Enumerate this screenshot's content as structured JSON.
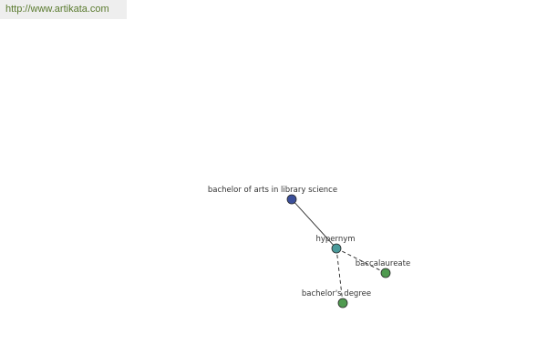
{
  "watermark": {
    "url": "http://www.artikata.com",
    "color": "#5a7a2e"
  },
  "graph": {
    "nodes": [
      {
        "id": "bachelor-of-arts-in-library-science",
        "label": "bachelor of arts in library science",
        "color": "#3b4f9a"
      },
      {
        "id": "hypernym",
        "label": "hypernym",
        "color": "#4a9a9a"
      },
      {
        "id": "baccalaureate",
        "label": "baccalaureate",
        "color": "#4f9a4f"
      },
      {
        "id": "bachelors-degree",
        "label": "bachelor's degree",
        "color": "#4f9a4f"
      }
    ],
    "edges": [
      {
        "from": "bachelor-of-arts-in-library-science",
        "to": "hypernym",
        "style": "solid"
      },
      {
        "from": "hypernym",
        "to": "baccalaureate",
        "style": "dashed"
      },
      {
        "from": "hypernym",
        "to": "bachelors-degree",
        "style": "dashed"
      }
    ]
  }
}
